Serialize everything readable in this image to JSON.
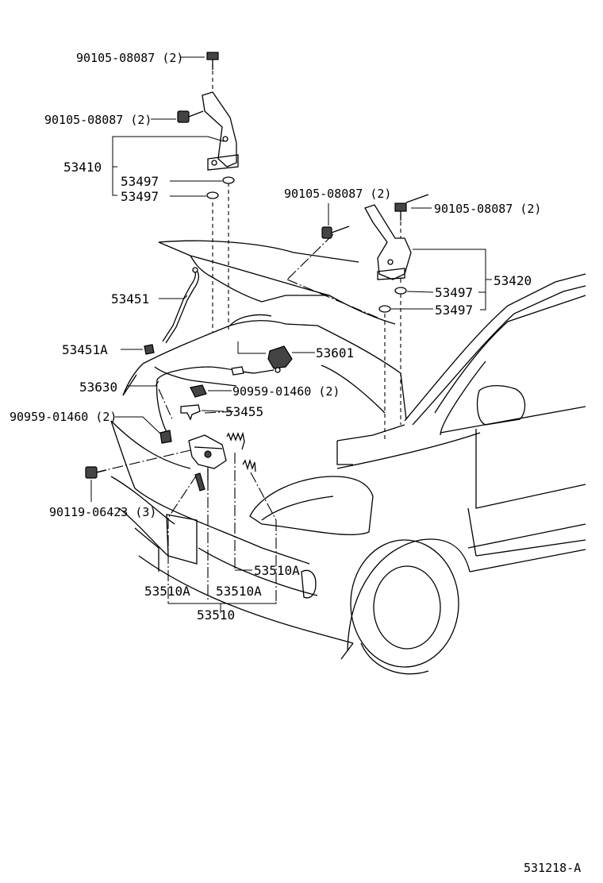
{
  "labels": {
    "bolt_top": "90105-08087 (2)",
    "bolt_left": "90105-08087 (2)",
    "hinge_left": "53410",
    "washer_l1": "53497",
    "washer_l2": "53497",
    "bolt_mid": "90105-08087 (2)",
    "bolt_right": "90105-08087 (2)",
    "hinge_right": "53420",
    "washer_r1": "53497",
    "washer_r2": "53497",
    "support_rod": "53451",
    "rod_holder": "53451A",
    "release_lever": "53601",
    "release_cable": "53630",
    "clamp_a": "90959-01460 (2)",
    "clip": "53455",
    "clamp_b": "90959-01460 (2)",
    "lock_bolt": "90119-06423 (3)",
    "lock_sub_a": "53510A",
    "lock_sub_b": "53510A",
    "lock_sub_c": "53510A",
    "lock_assy": "53510",
    "diagram_code": "531218-A"
  }
}
